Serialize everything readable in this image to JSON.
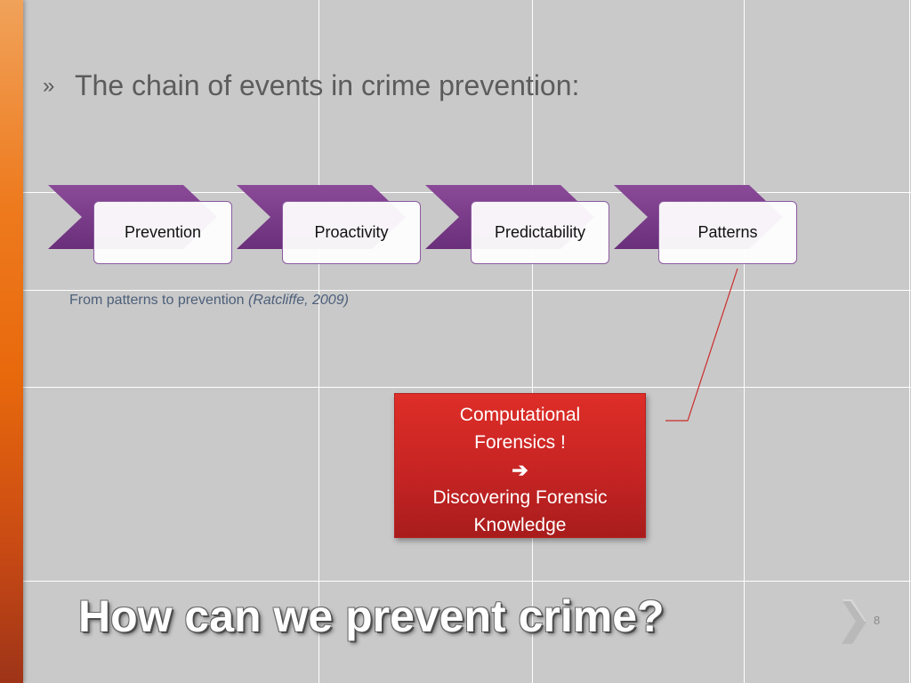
{
  "slide": {
    "bullet_glyph": "»",
    "bullet_text": "The chain of events in crime prevention:",
    "process_steps": [
      {
        "label": "Prevention"
      },
      {
        "label": "Proactivity"
      },
      {
        "label": "Predictability"
      },
      {
        "label": "Patterns"
      }
    ],
    "caption": {
      "text": "From patterns to prevention ",
      "citation": "(Ratcliffe, 2009)"
    },
    "callout": {
      "line1": "Computational",
      "line2": "Forensics !",
      "arrow_glyph": "➔",
      "line3": "Discovering Forensic",
      "line4": "Knowledge"
    },
    "title": "How can we prevent crime?",
    "page_number": "8"
  },
  "colors": {
    "background": "#c9c9c9",
    "grid_lines": "#ffffff",
    "side_bar_accent": "#e8690c",
    "chevron_purple": "#7d3f8c",
    "callout_red": "#c42323",
    "connector_line": "#cc2b2b"
  },
  "icons": {
    "chevron_shape": "purple-chevron-arrow",
    "next_slide": "next-chevron-icon"
  }
}
